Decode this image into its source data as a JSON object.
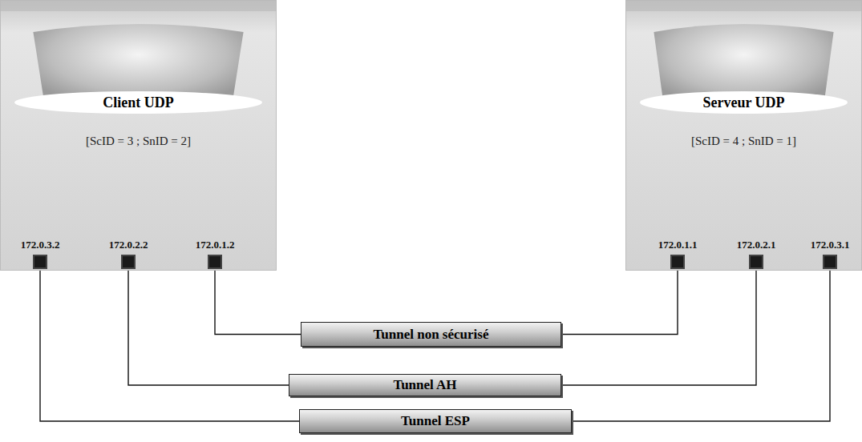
{
  "diagram": {
    "nodes": [
      {
        "text": [
          "Client UDP",
          "[ScID = 3 ; SnID = 2]"
        ]
      },
      {
        "text": [
          "172.0.3.2"
        ],
        "in": 0
      },
      {
        "text": [
          "172.0.2.2"
        ],
        "in": 0
      },
      {
        "text": [
          "172.0.1.2"
        ],
        "in": 0
      },
      {
        "text": [
          "Serveur UDP",
          "[ScID = 4 ; SnID = 1]"
        ]
      },
      {
        "text": [
          "172.0.1.1"
        ],
        "in": 4
      },
      {
        "text": [
          "172.0.2.1"
        ],
        "in": 4
      },
      {
        "text": [
          "172.0.3.1"
        ],
        "in": 4
      },
      {
        "text": [
          "Tunnel non sécurisé"
        ]
      },
      {
        "text": [
          "Tunnel AH"
        ]
      },
      {
        "text": [
          "Tunnel ESP"
        ]
      }
    ],
    "edges": [
      {
        "from": 3,
        "to": 8,
        "arrow": "none"
      },
      {
        "from": 8,
        "to": 5,
        "arrow": "none"
      },
      {
        "from": 2,
        "to": 9,
        "arrow": "none"
      },
      {
        "from": 9,
        "to": 6,
        "arrow": "none"
      },
      {
        "from": 1,
        "to": 10,
        "arrow": "none"
      },
      {
        "from": 10,
        "to": 7,
        "arrow": "none"
      }
    ]
  }
}
